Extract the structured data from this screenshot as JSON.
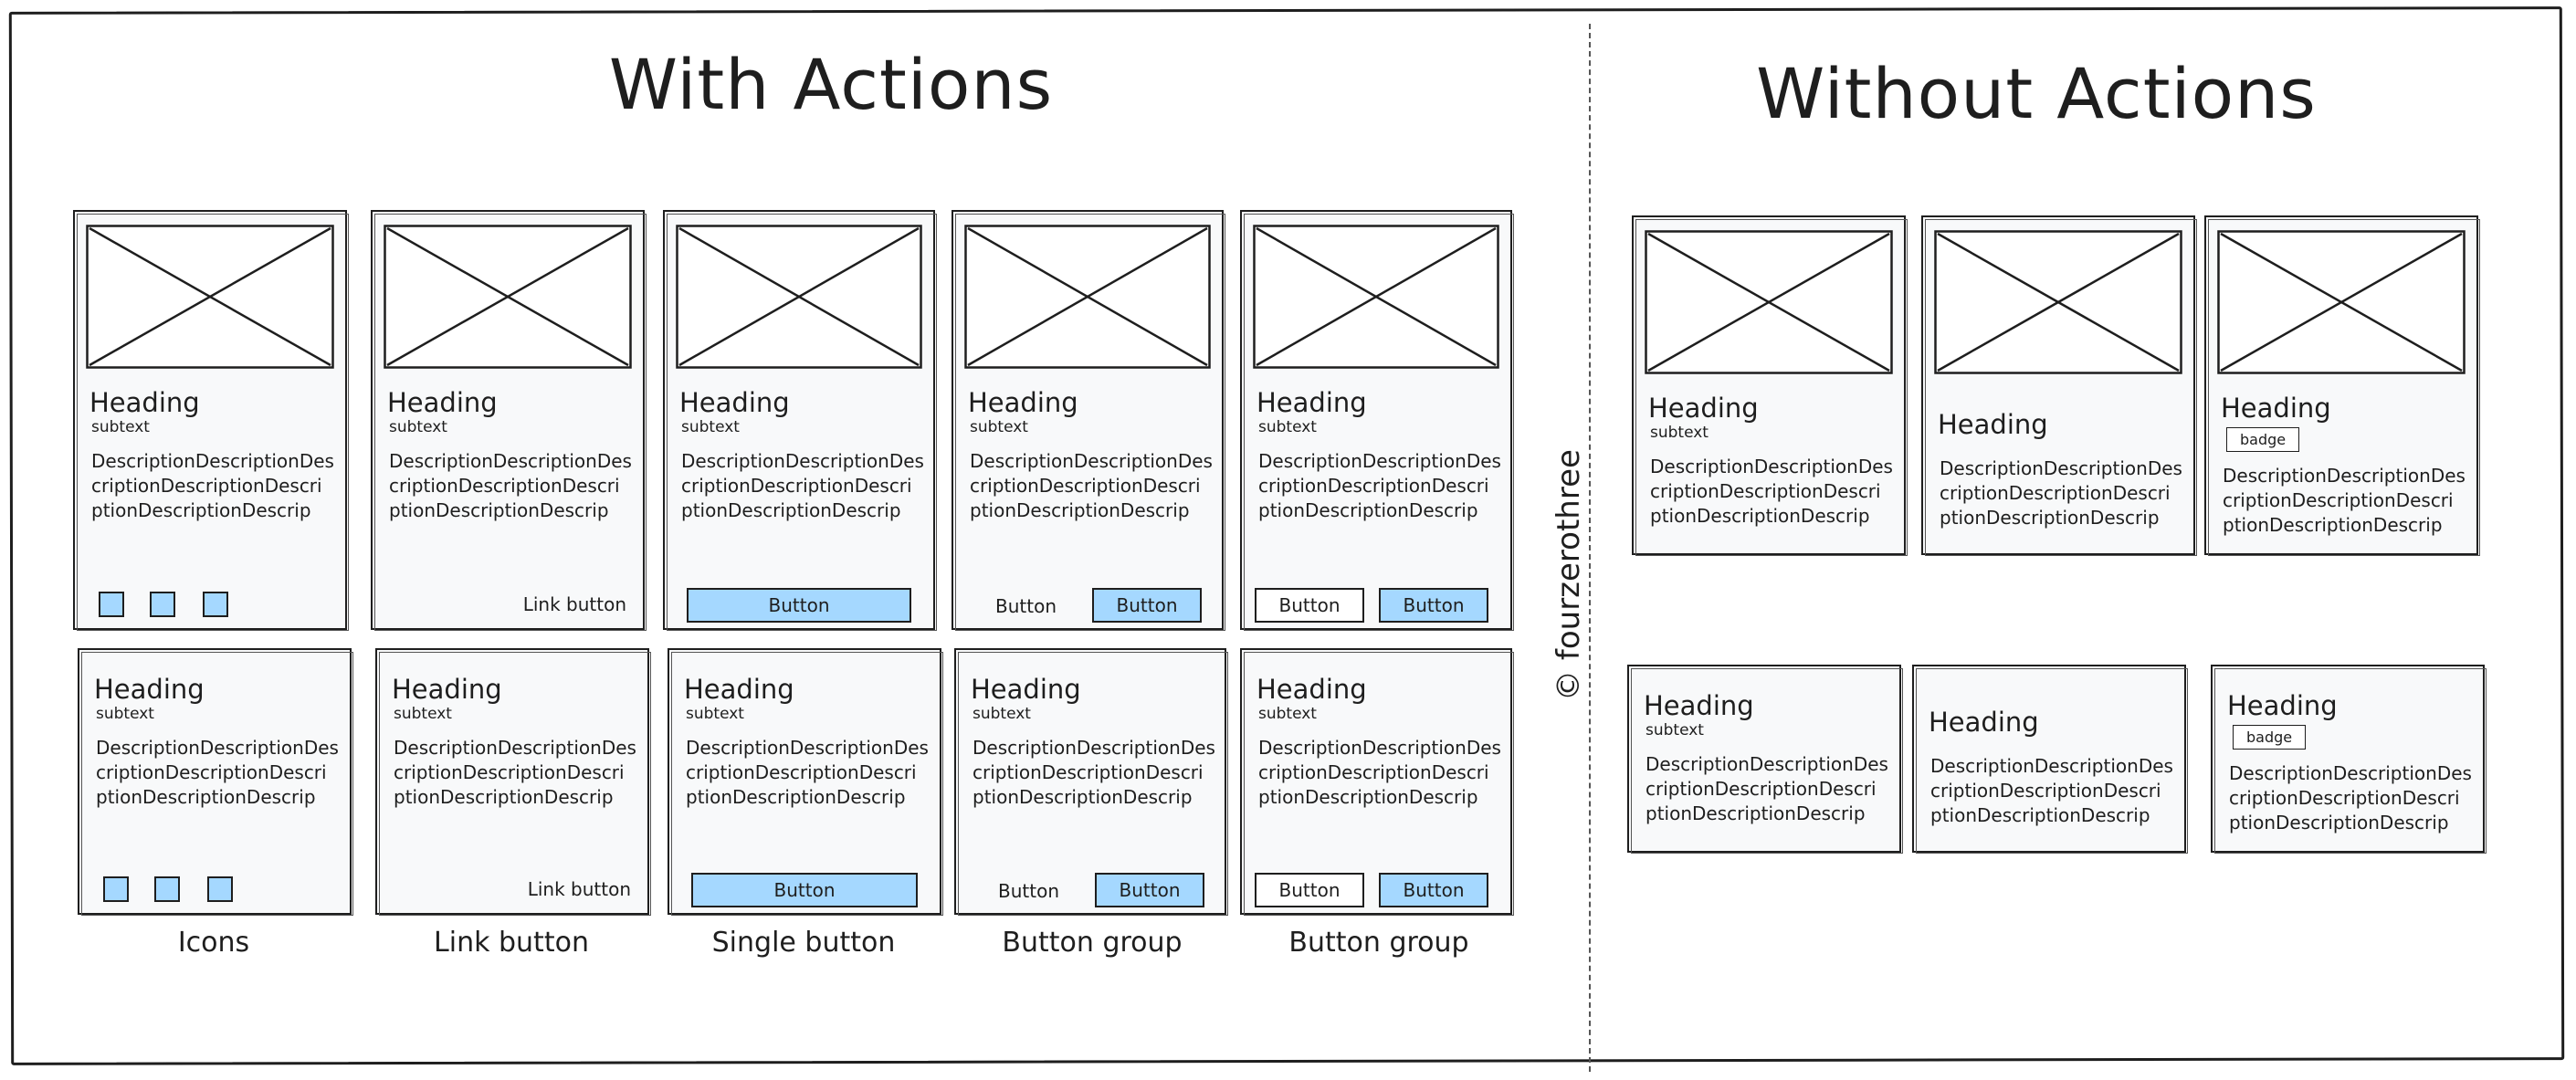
{
  "titles": {
    "with_actions": "With Actions",
    "without_actions": "Without Actions"
  },
  "watermark": "© fourzerothree",
  "card": {
    "heading": "Heading",
    "subtext": "subtext",
    "description": [
      "DescriptionDescriptionDes",
      "criptionDescriptionDescri",
      "ptionDescriptionDescrip"
    ],
    "badge": "badge"
  },
  "actions": {
    "link_button": "Link button",
    "button": "Button"
  },
  "column_labels": [
    "Icons",
    "Link button",
    "Single button",
    "Button group",
    "Button group"
  ],
  "colors": {
    "button_fill": "#a5d8ff",
    "card_fill": "#f8f9fa",
    "stroke": "#1e1e1e"
  },
  "icons": [
    "placeholder-image-icon",
    "square-icon"
  ]
}
